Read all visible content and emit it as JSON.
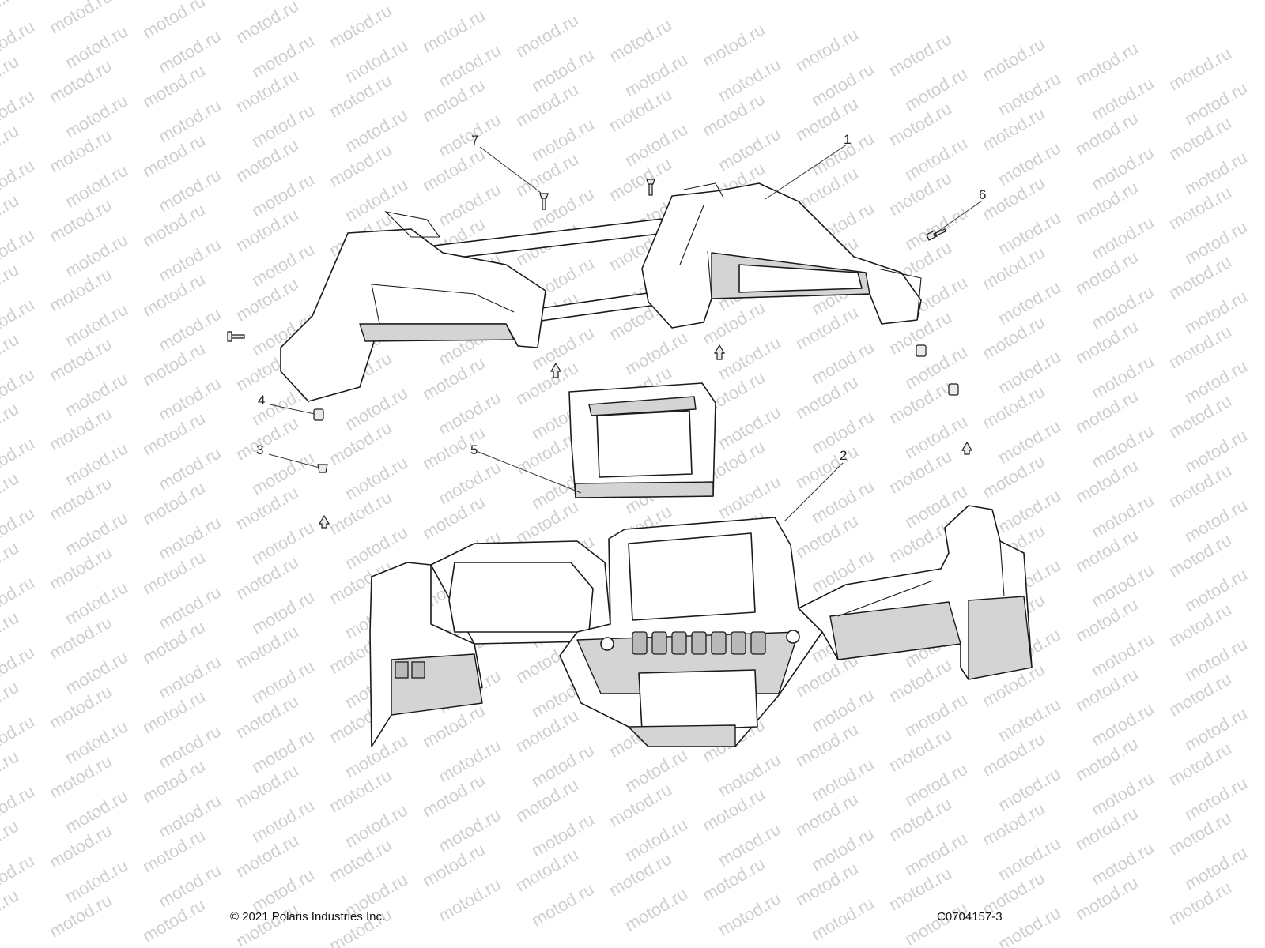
{
  "watermark_text": "motod.ru",
  "callouts": [
    {
      "id": "1",
      "label": "1"
    },
    {
      "id": "2",
      "label": "2"
    },
    {
      "id": "3",
      "label": "3"
    },
    {
      "id": "4",
      "label": "4"
    },
    {
      "id": "5",
      "label": "5"
    },
    {
      "id": "6",
      "label": "6"
    },
    {
      "id": "7",
      "label": "7"
    }
  ],
  "footer": {
    "copyright": "© 2021 Polaris Industries Inc.",
    "figure_code": "C0704157-3"
  }
}
